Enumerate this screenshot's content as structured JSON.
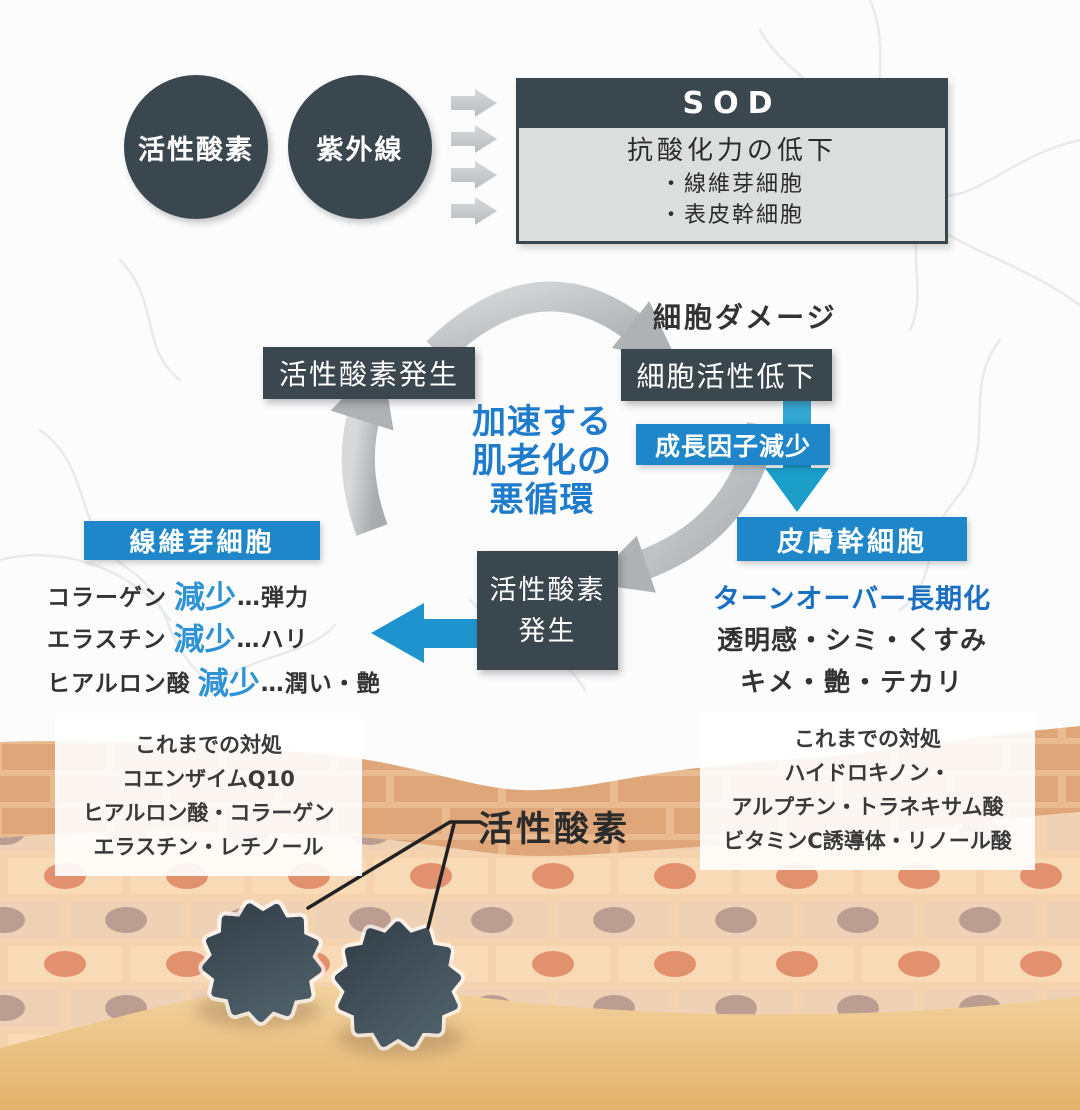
{
  "top": {
    "circle1": "活性酸素",
    "circle2": "紫外線",
    "sod": {
      "header": "SOD",
      "line1": "抗酸化力の低下",
      "bullets": [
        "・線維芽細胞",
        "・表皮幹細胞"
      ]
    }
  },
  "cycle": {
    "cell_damage": "細胞ダメージ",
    "ros_generation_top": "活性酸素発生",
    "cell_activity_decline": "細胞活性低下",
    "growth_factor_decrease": "成長因子減少",
    "center_lines": [
      "加速する",
      "肌老化の",
      "悪循環"
    ],
    "ros_generation_bottom_line1": "活性酸素",
    "ros_generation_bottom_line2": "発生"
  },
  "fibroblast": {
    "label": "線維芽細胞",
    "items": [
      {
        "name": "コラーゲン",
        "change": "減少",
        "result": "…弾力"
      },
      {
        "name": "エラスチン",
        "change": "減少",
        "result": "…ハリ"
      },
      {
        "name": "ヒアルロン酸",
        "change": "減少",
        "result": "…潤い・艶"
      }
    ]
  },
  "stem_cell": {
    "label": "皮膚幹細胞",
    "highlight": "ターンオーバー長期化",
    "line2": "透明感・シミ・くすみ",
    "line3": "キメ・艶・テカリ"
  },
  "skin": {
    "left_box": {
      "title": "これまでの対処",
      "lines": [
        "コエンザイムQ10",
        "ヒアルロン酸・コラーゲン",
        "エラスチン・レチノール"
      ]
    },
    "right_box": {
      "title": "これまでの対処",
      "lines": [
        "ハイドロキノン・",
        "アルプチン・トラネキサム酸",
        "ビタミンC誘導体・リノール酸"
      ]
    },
    "ros_label": "活性酸素"
  },
  "colors": {
    "dark_slate": "#3a474f",
    "blue_box": "#1f87c9",
    "blue_text": "#1f7ccc",
    "decrease_blue": "#2e93d5",
    "arrow_gray": "#bdc0c3",
    "arrow_blue": "#2aa2d2",
    "corneum": "#dfa67a",
    "epidermis": "#f5d3ae",
    "dermis": "#e8bc74"
  }
}
